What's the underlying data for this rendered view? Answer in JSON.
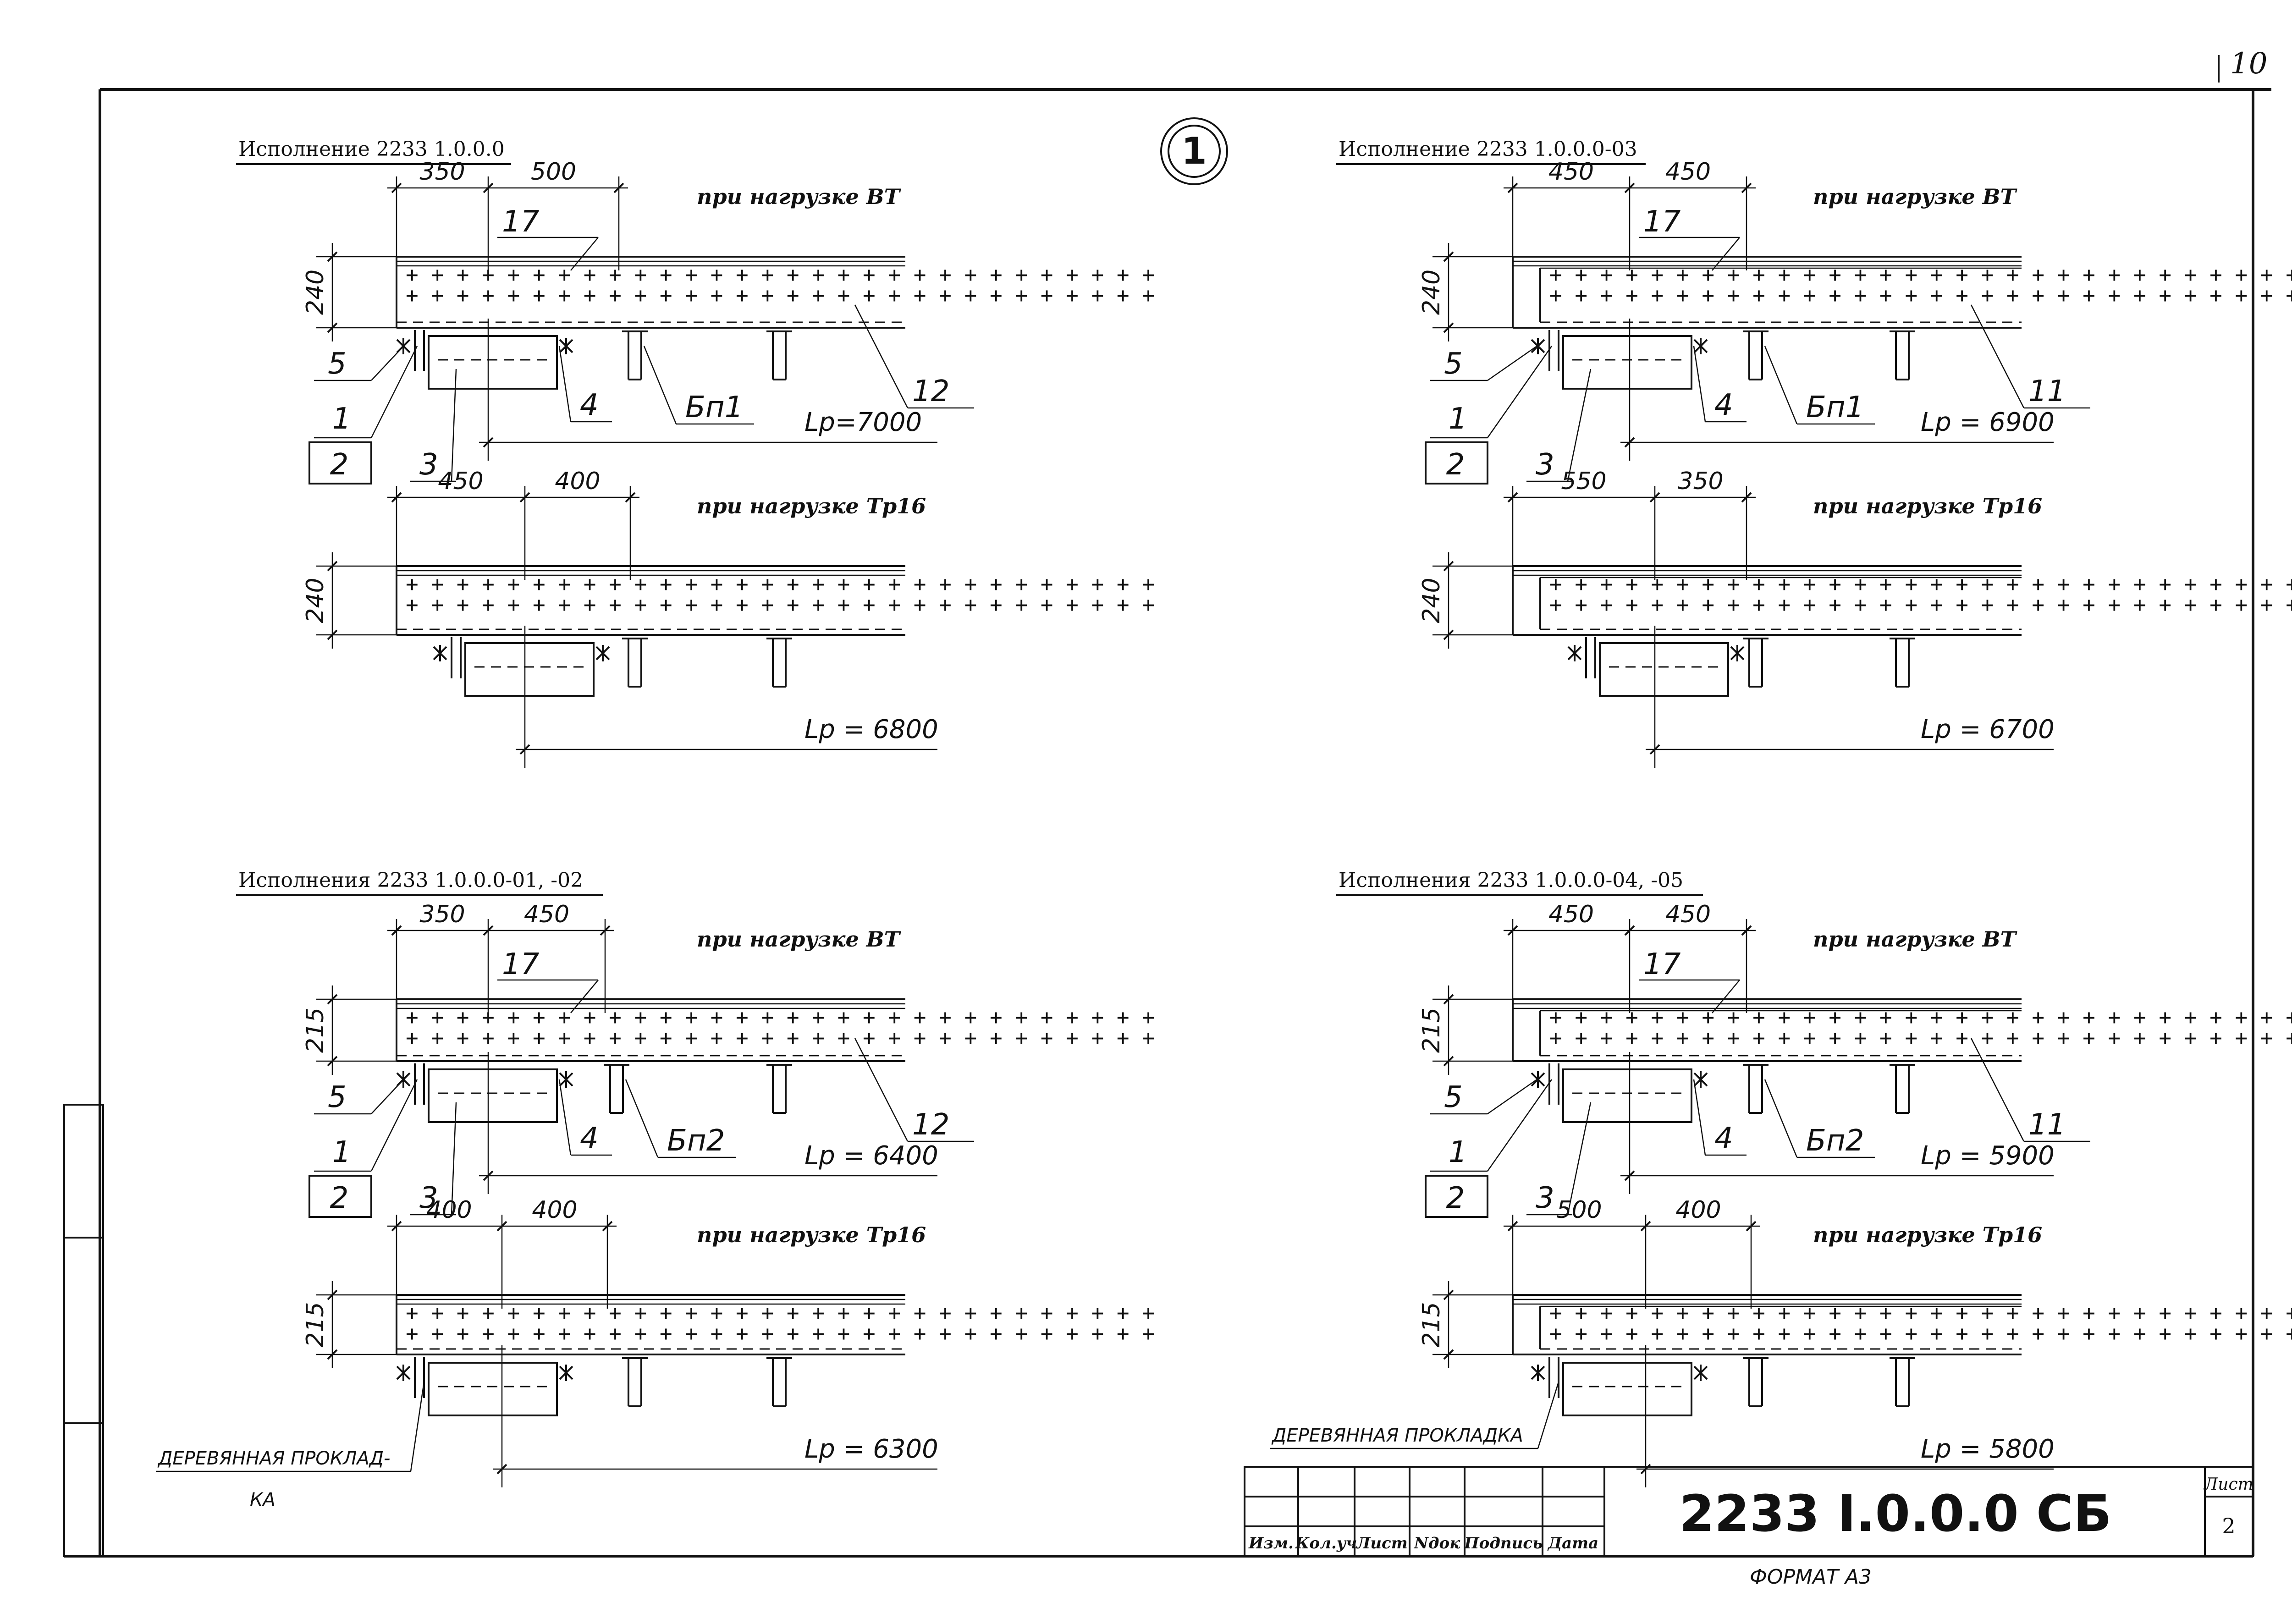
{
  "sheet": {
    "page_number": "10",
    "detail_marker": "1",
    "doc_code": "2233 I.0.0.0 СБ",
    "format": "ФОРМАТ А3",
    "sheet_label": "Лист",
    "sheet_number": "2",
    "title_block_headers": [
      "Изм.",
      "Кол.уч",
      "Лист",
      "Nдок",
      "Подпись",
      "Дата"
    ]
  },
  "panels": [
    {
      "title": "Исполнение 2233 1.0.0.0",
      "top": {
        "load": "при нагрузке ВТ",
        "thickness": "240",
        "dim_a": "350",
        "dim_b": "500",
        "span": "Lр=7000",
        "callouts": [
          "17",
          "5",
          "1",
          "2",
          "3",
          "4",
          "Бп1",
          "12"
        ]
      },
      "bottom": {
        "load": "при нагрузке Тр16",
        "thickness": "240",
        "dim_a": "450",
        "dim_b": "400",
        "span": "Lр = 6800"
      }
    },
    {
      "title": "Исполнение 2233 1.0.0.0-03",
      "top": {
        "load": "при нагрузке ВТ",
        "thickness": "240",
        "dim_a": "450",
        "dim_b": "450",
        "span": "Lр = 6900",
        "callouts": [
          "17",
          "5",
          "1",
          "2",
          "3",
          "4",
          "Бп1",
          "11"
        ]
      },
      "bottom": {
        "load": "при нагрузке Тр16",
        "thickness": "240",
        "dim_a": "550",
        "dim_b": "350",
        "span": "Lр = 6700"
      }
    },
    {
      "title": "Исполнения 2233 1.0.0.0-01, -02",
      "top": {
        "load": "при нагрузке ВТ",
        "thickness": "215",
        "dim_a": "350",
        "dim_b": "450",
        "span": "Lр = 6400",
        "callouts": [
          "17",
          "5",
          "1",
          "2",
          "3",
          "4",
          "Бп2",
          "12"
        ]
      },
      "bottom": {
        "load": "при нагрузке Тр16",
        "thickness": "215",
        "dim_a": "400",
        "dim_b": "400",
        "span": "Lр = 6300"
      },
      "note": "ДЕРЕВЯННАЯ ПРОКЛАД-\nКА"
    },
    {
      "title": "Исполнения 2233 1.0.0.0-04, -05",
      "top": {
        "load": "при нагрузке ВТ",
        "thickness": "215",
        "dim_a": "450",
        "dim_b": "450",
        "span": "Lр = 5900",
        "callouts": [
          "17",
          "5",
          "1",
          "2",
          "3",
          "4",
          "Бп2",
          "11"
        ]
      },
      "bottom": {
        "load": "при нагрузке Тр16",
        "thickness": "215",
        "dim_a": "500",
        "dim_b": "400",
        "span": "Lр = 5800"
      },
      "note": "ДЕРЕВЯННАЯ ПРОКЛАДКА"
    }
  ]
}
